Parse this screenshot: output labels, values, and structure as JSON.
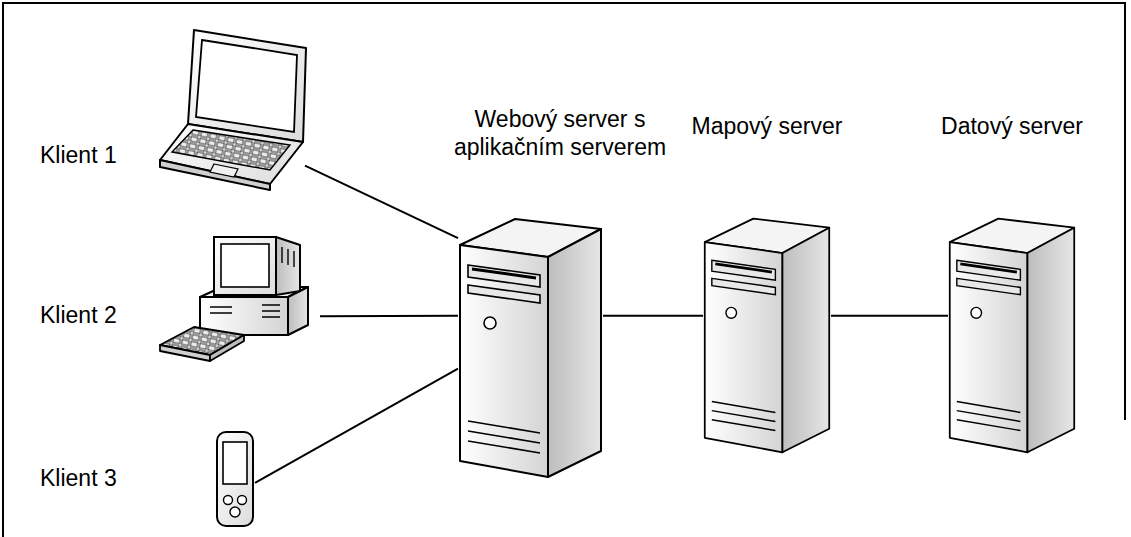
{
  "diagram": {
    "nodes": [
      {
        "text": [
          "Klient 1"
        ]
      },
      {
        "text": [
          "Klient 2"
        ]
      },
      {
        "text": [
          "Klient 3"
        ]
      },
      {
        "text": [
          "Webový server s aplikačním serverem"
        ]
      },
      {
        "text": [
          "Mapový server"
        ]
      },
      {
        "text": [
          "Datový server"
        ]
      }
    ],
    "edges": [
      {
        "from": 0,
        "to": 3,
        "arrow": "none"
      },
      {
        "from": 1,
        "to": 3,
        "arrow": "none"
      },
      {
        "from": 2,
        "to": 3,
        "arrow": "none"
      },
      {
        "from": 3,
        "to": 4,
        "arrow": "none"
      },
      {
        "from": 4,
        "to": 5,
        "arrow": "none"
      }
    ]
  }
}
